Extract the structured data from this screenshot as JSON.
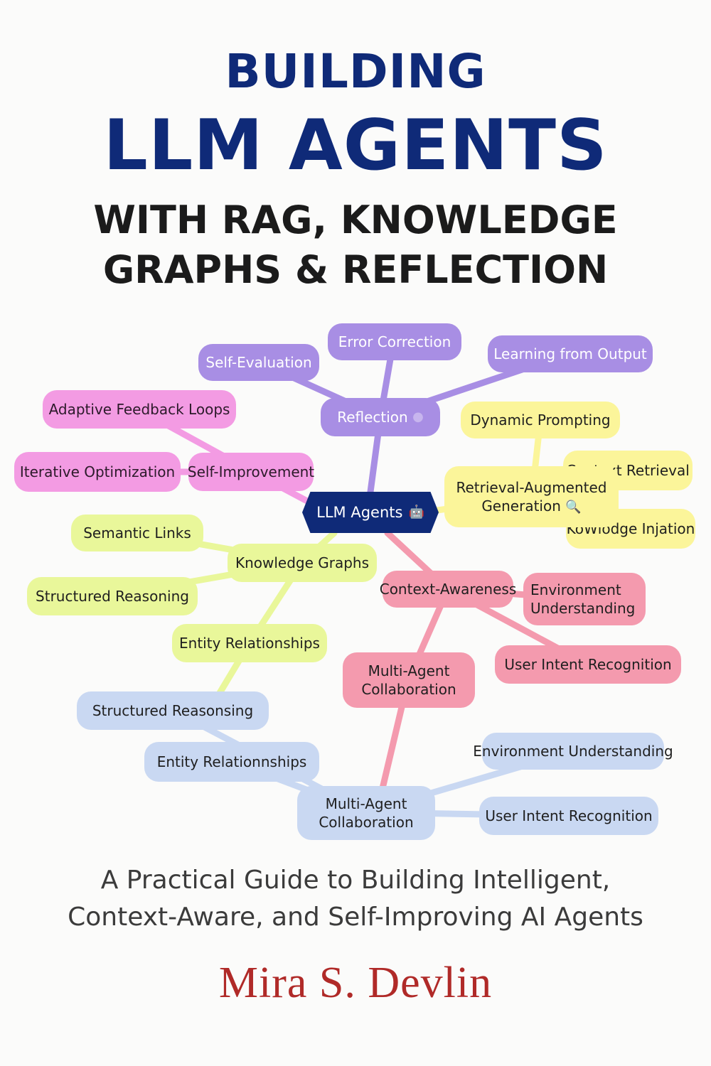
{
  "cover": {
    "title_line1": "BUILDING",
    "title_line2": "LLM AGENTS",
    "title_line3": "WITH RAG, KNOWLEDGE",
    "title_line4": "GRAPHS & REFLECTION",
    "subtitle_line1": "A Practical Guide to Building Intelligent,",
    "subtitle_line2": "Context-Aware, and Self-Improving AI Agents",
    "author": "Mira S. Devlin"
  },
  "mindmap": {
    "center": {
      "label": "LLM Agents",
      "icon": "robot-icon"
    },
    "reflection": {
      "label": "Reflection",
      "icon": "bubble-icon",
      "children": [
        "Error Correction",
        "Self-Evaluation",
        "Learning from Output"
      ]
    },
    "self_improvement": {
      "label": "Self-Improvement",
      "children": [
        "Adaptive Feedback Loops",
        "Iterative Optimization"
      ]
    },
    "rag": {
      "label_line1": "Retrieval-Augmented",
      "label_line2": "Generation",
      "icon": "magnifier-icon",
      "children": [
        "Dynamic Prompting",
        "Context Retrieval",
        "KoWlodge Injation"
      ]
    },
    "knowledge_graphs": {
      "label": "Knowledge Graphs",
      "children": [
        "Semantic Links",
        "Structured Reasoning",
        "Entity Relationships"
      ]
    },
    "context_awareness": {
      "label": "Context-Awareness",
      "env_line1": "Environment",
      "env_line2": "Understanding",
      "user_intent": "User Intent Recognition"
    },
    "multi_agent_pink": {
      "line1": "Multi-Agent",
      "line2": "Collaboration"
    },
    "blue_branch": {
      "structured": "Structured Reasonsing",
      "entity": "Entity Relationnships",
      "multi_line1": "Multi-Agent",
      "multi_line2": "Collaboration",
      "env": "Environment Understanding",
      "user_intent": "User Intent Recognition"
    }
  },
  "colors": {
    "title_navy": "#0f2a78",
    "author_red": "#b02a28",
    "reflection": "#a88ee4",
    "self_improvement": "#f39be3",
    "rag": "#fbf59a",
    "knowledge_graphs": "#e9f79a",
    "context_awareness": "#f49aae",
    "collaboration": "#c9d8f2"
  }
}
